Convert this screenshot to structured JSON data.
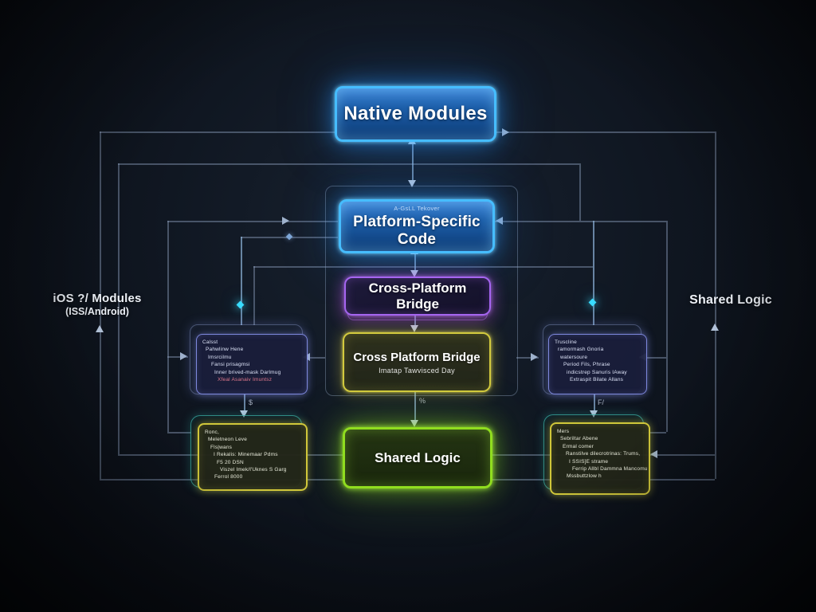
{
  "nodes": {
    "native": {
      "label": "Native Modules"
    },
    "platform": {
      "caption": "A-GsLL Tekover",
      "label": "Platform-Specific Code"
    },
    "bridge": {
      "label": "Cross-Platform Bridge"
    },
    "bridge_detail": {
      "label": "Cross Platform Bridge",
      "sublabel": "Imatap Tawvisced Day"
    },
    "shared": {
      "label": "Shared Logic"
    },
    "left_module": {
      "lines": [
        "Calsst",
        "Pahwlinw Hene",
        "Imsrcilmu",
        "Fansi prisagmsi",
        "Inner brived-mask Darlmug",
        "Xfeal Asanaiv Imuntsz"
      ]
    },
    "right_module": {
      "lines": [
        "Truscline",
        "ramormash Gnoria",
        "watersoure",
        "Period Fils, Phrase",
        "indicstrep Sanuris IAway",
        "Extraspit Bilate Allans"
      ]
    },
    "left_impl": {
      "lines": [
        "Ronc,",
        "Meletneon Leve",
        "Fls|wans",
        "I Rekalis: Minemaar Pdms",
        "F5 20 DSN",
        "Viszel Imek/l'Uknes S Garg",
        "Ferrol 8000"
      ]
    },
    "right_impl": {
      "lines": [
        "Mers",
        "Sebriltar Abene",
        "Ermal comer",
        "Ranstilve dilecrotrinas: Trums,",
        "I SSIS]E strame",
        "Ferrip Allbl Dammna Mancomu",
        "Mssbuttzlow h"
      ]
    }
  },
  "labels": {
    "left": {
      "title": "iOS ?/ Modules",
      "subtitle": "(ISS/Android)"
    },
    "right": {
      "title": "Shared Logic"
    }
  },
  "glyphs": {
    "left_arrow": "$",
    "center_arrow": "%",
    "right_arrow": "F/"
  },
  "colors": {
    "blue_accent": "#46bdff",
    "purple_accent": "#a565f0",
    "yellow_accent": "#d3ca3e",
    "green_accent": "#90dd1f",
    "teal_accent": "#3ab2aa",
    "line": "#96aac8",
    "background": "#0e141d"
  }
}
